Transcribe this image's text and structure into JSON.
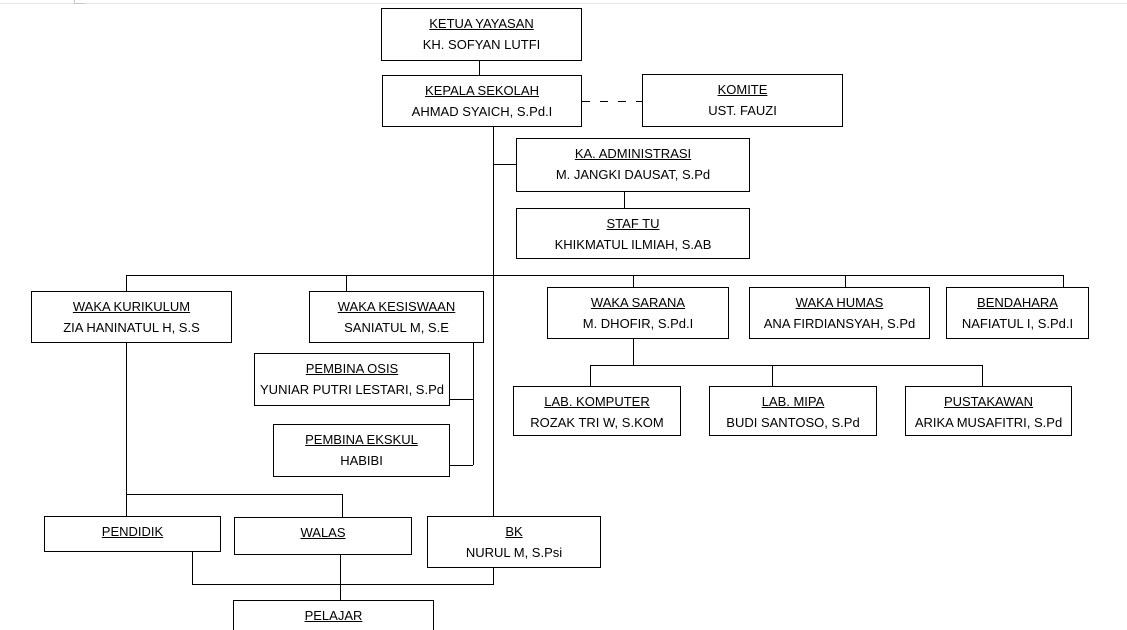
{
  "nodes": {
    "ketua_yayasan": {
      "title": "KETUA YAYASAN",
      "name": "KH. SOFYAN LUTFI"
    },
    "kepala_sekolah": {
      "title": "KEPALA SEKOLAH",
      "name": "AHMAD SYAICH, S.Pd.I"
    },
    "komite": {
      "title": "KOMITE",
      "name": "UST. FAUZI"
    },
    "ka_administrasi": {
      "title": "KA. ADMINISTRASI",
      "name": "M. JANGKI DAUSAT, S.Pd"
    },
    "staf_tu": {
      "title": "STAF TU",
      "name": "KHIKMATUL ILMIAH, S.AB"
    },
    "waka_kurikulum": {
      "title": "WAKA KURIKULUM",
      "name": "ZIA HANINATUL H, S.S"
    },
    "waka_kesiswaan": {
      "title": "WAKA KESISWAAN",
      "name": "SANIATUL M, S.E"
    },
    "waka_sarana": {
      "title": "WAKA SARANA",
      "name": "M. DHOFIR, S.Pd.I"
    },
    "waka_humas": {
      "title": "WAKA HUMAS",
      "name": "ANA FIRDIANSYAH, S.Pd"
    },
    "bendahara": {
      "title": "BENDAHARA",
      "name": "NAFIATUL I, S.Pd.I"
    },
    "pembina_osis": {
      "title": "PEMBINA OSIS",
      "name": "YUNIAR PUTRI LESTARI, S.Pd"
    },
    "pembina_ekskul": {
      "title": "PEMBINA EKSKUL",
      "name": "HABIBI"
    },
    "lab_komputer": {
      "title": "LAB. KOMPUTER",
      "name": "ROZAK TRI W, S.KOM"
    },
    "lab_mipa": {
      "title": "LAB. MIPA",
      "name": "BUDI SANTOSO, S.Pd"
    },
    "pustakawan": {
      "title": "PUSTAKAWAN",
      "name": "ARIKA MUSAFITRI, S.Pd"
    },
    "pendidik": {
      "title": "PENDIDIK",
      "name": ""
    },
    "walas": {
      "title": "WALAS",
      "name": ""
    },
    "bk": {
      "title": "BK",
      "name": "NURUL M, S.Psi"
    },
    "pelajar": {
      "title": "PELAJAR",
      "name": ""
    }
  },
  "colors": {
    "line": "#000000",
    "box_border": "#000000",
    "background": "#ffffff"
  }
}
